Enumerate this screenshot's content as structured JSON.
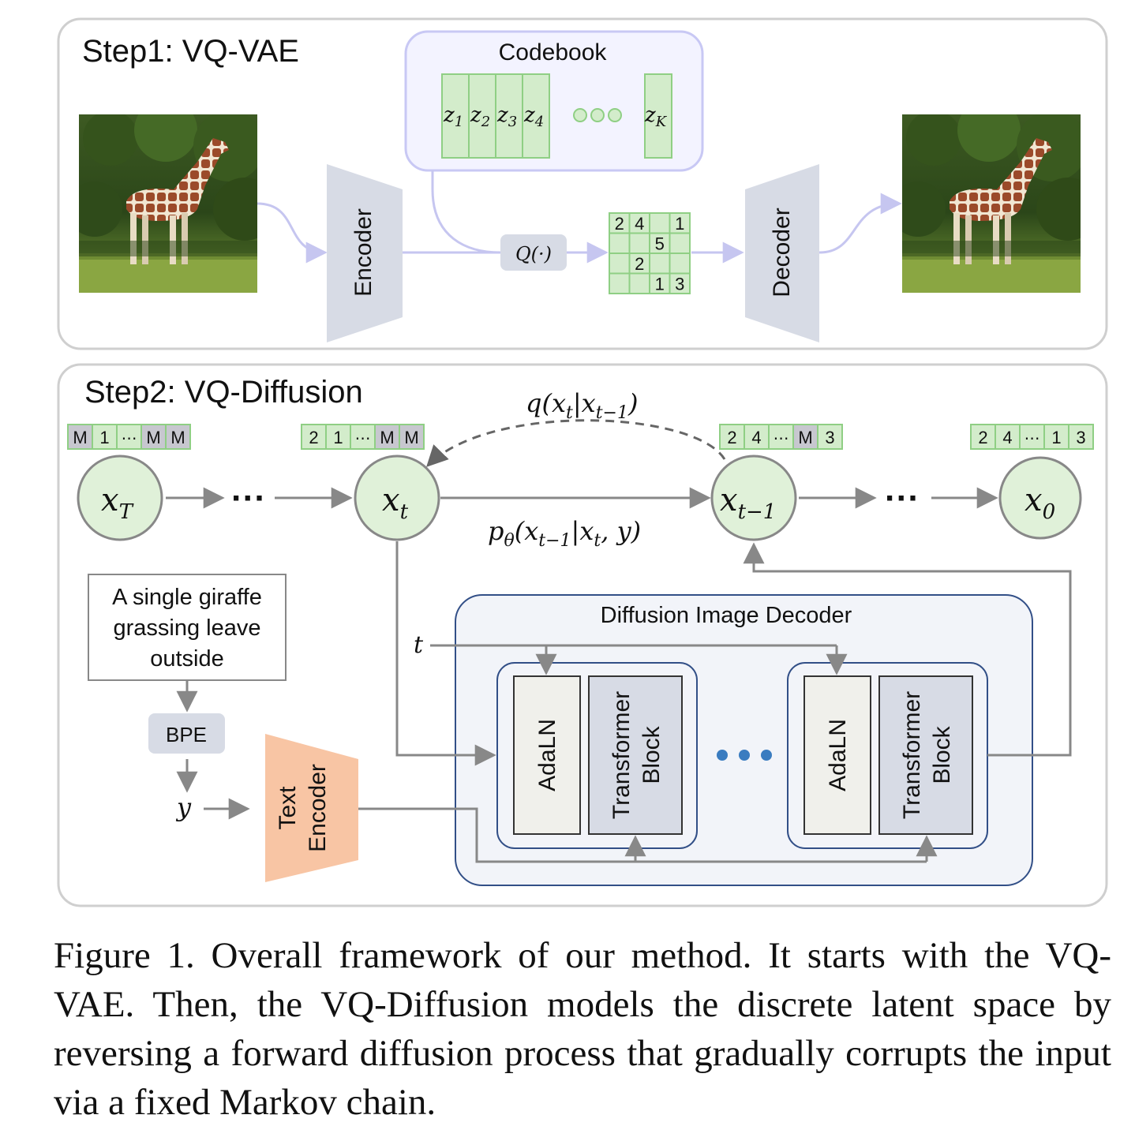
{
  "step1": {
    "title": "Step1: VQ-VAE",
    "codebook_title": "Codebook",
    "codebook_entries": [
      "z",
      "z",
      "z",
      "z",
      "z"
    ],
    "codebook_subscripts": [
      "1",
      "2",
      "3",
      "4",
      "K"
    ],
    "encoder_label": "Encoder",
    "decoder_label": "Decoder",
    "quantizer_label": "Q(·)",
    "token_grid": [
      [
        "2",
        "4",
        "",
        "1"
      ],
      [
        "",
        "",
        "5",
        ""
      ],
      [
        "",
        "2",
        "",
        ""
      ],
      [
        "",
        "",
        "1",
        "3"
      ]
    ]
  },
  "step2": {
    "title": "Step2: VQ-Diffusion",
    "forward_label": "q(x",
    "forward_sub1": "t",
    "forward_mid": "|x",
    "forward_sub2": "t−1",
    "forward_end": ")",
    "reverse_label": "p",
    "reverse_sub_theta": "θ",
    "reverse_mid1": "(x",
    "reverse_sub1": "t−1",
    "reverse_mid2": "|x",
    "reverse_sub2": "t",
    "reverse_end": ", y)",
    "states": [
      {
        "var": "x",
        "sub": "T",
        "tokens": [
          "M",
          "1",
          "⋯",
          "M",
          "M"
        ]
      },
      {
        "var": "x",
        "sub": "t",
        "tokens": [
          "2",
          "1",
          "⋯",
          "M",
          "M"
        ]
      },
      {
        "var": "x",
        "sub": "t−1",
        "tokens": [
          "2",
          "4",
          "⋯",
          "M",
          "3"
        ]
      },
      {
        "var": "x",
        "sub": "0",
        "tokens": [
          "2",
          "4",
          "⋯",
          "1",
          "3"
        ]
      }
    ],
    "ellipsis": "···",
    "text_prompt": [
      "A single giraffe",
      "grassing leave",
      "outside"
    ],
    "bpe_label": "BPE",
    "y_label": "y",
    "t_label": "t",
    "text_encoder_label": [
      "Text",
      "Encoder"
    ],
    "decoder_title": "Diffusion Image Decoder",
    "adaln_label": "AdaLN",
    "transformer_label": [
      "Transformer",
      "Block"
    ]
  },
  "colors": {
    "token_green": "#d3eccb",
    "token_border": "#8fcf84",
    "mask_gray": "#c7c7cf",
    "node_fill": "#e0f1d9",
    "codebook_bg": "#f3f3ff",
    "codebook_border": "#c8c8f4",
    "trapezoid": "#d7dbe5",
    "text_encoder": "#f8c5a4",
    "decoder_bg": "#f2f4f9",
    "decoder_border": "#324f87",
    "arrow": "#888888",
    "vae_arrow": "#c6c6f0",
    "dots_blue": "#3a7cc0"
  },
  "images": {
    "input_alt": "giraffe photo",
    "output_alt": "reconstructed giraffe photo"
  },
  "caption": "Figure 1. Overall framework of our method. It starts with the VQ-VAE. Then, the VQ-Diffusion models the discrete latent space by reversing a forward diffusion process that gradually corrupts the input via a fixed Markov chain."
}
